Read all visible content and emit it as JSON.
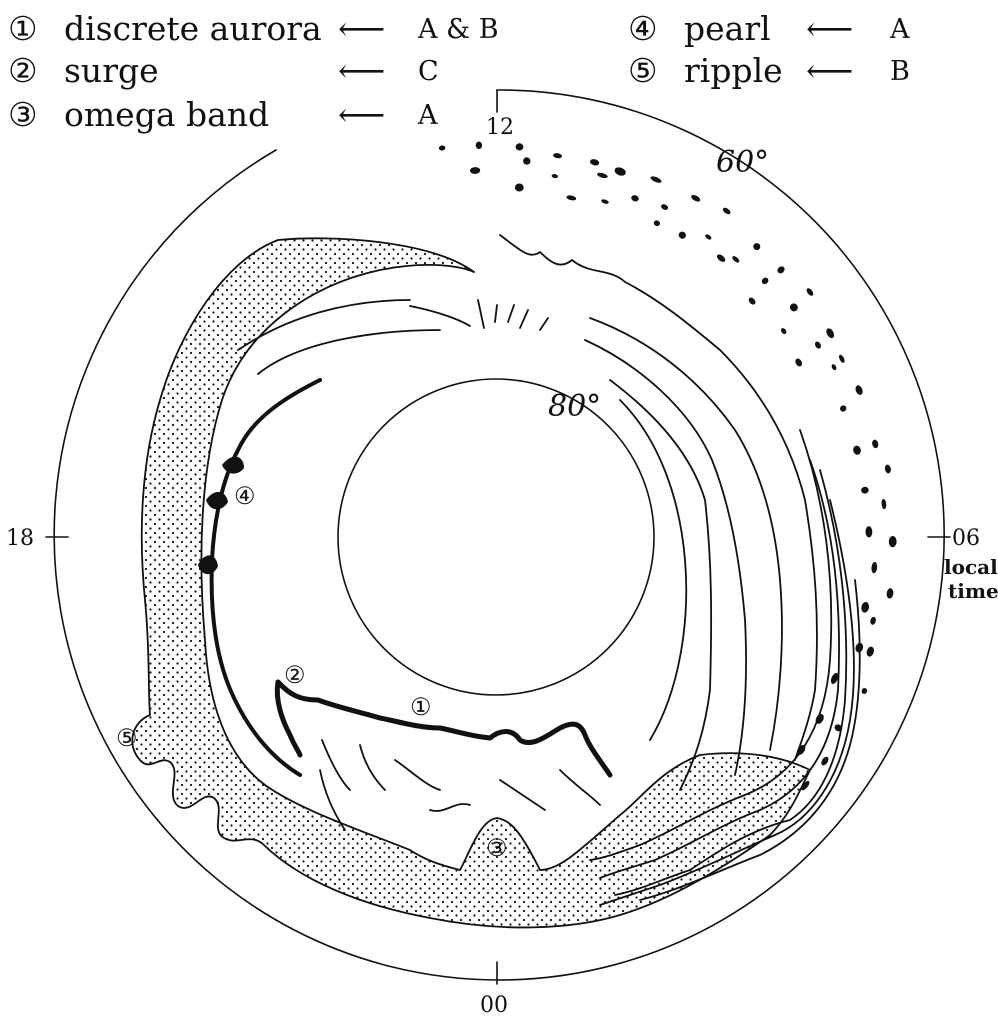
{
  "legend": [
    {
      "num": "①",
      "name": "discrete aurora",
      "classes": "A & B"
    },
    {
      "num": "②",
      "name": "surge",
      "classes": "C"
    },
    {
      "num": "③",
      "name": "omega band",
      "classes": "A"
    },
    {
      "num": "④",
      "name": "pearl",
      "classes": "A"
    },
    {
      "num": "⑤",
      "name": "ripple",
      "classes": "B"
    }
  ],
  "arrow_glyph": "⟵",
  "time_ticks": {
    "noon": "12",
    "midnight": "00",
    "dusk": "18",
    "dawn": "06"
  },
  "local_time_label": {
    "line1": "local",
    "line2": "time"
  },
  "latitude_labels": {
    "outer": "60°",
    "inner": "80°"
  },
  "diagram_markers": {
    "discrete": "①",
    "surge": "②",
    "omega": "③",
    "pearl": "④",
    "ripple": "⑤"
  },
  "colors": {
    "ink": "#111111",
    "background": "#ffffff"
  }
}
